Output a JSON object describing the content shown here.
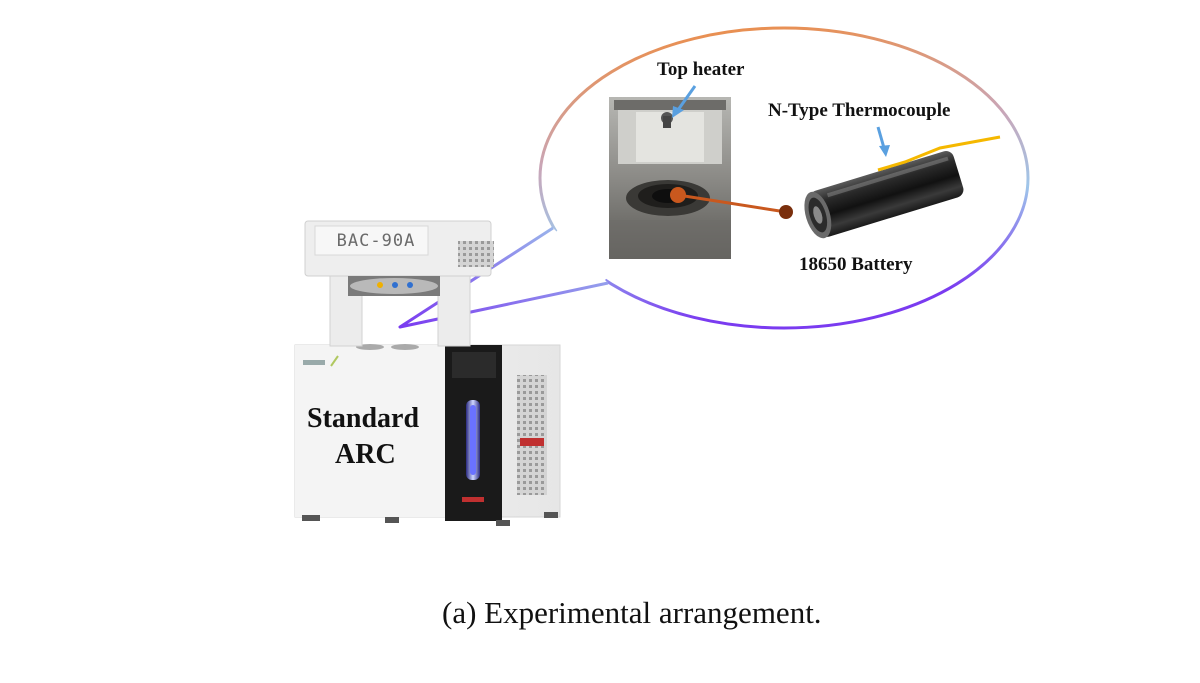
{
  "device": {
    "model_plate": "BAC-90A",
    "name_line1": "Standard",
    "name_line2": "ARC"
  },
  "callout": {
    "top_heater_label": "Top heater",
    "thermocouple_label": "N-Type Thermocouple",
    "battery_label": "18650 Battery"
  },
  "caption": "(a) Experimental arrangement.",
  "colors": {
    "bubble_gradient_start": "#f08a3a",
    "bubble_gradient_end": "#7a3bf0",
    "pointer_blue": "#5aa0e0",
    "connector_orange": "#c9581e",
    "thermocouple_wire": "#f5b800"
  }
}
